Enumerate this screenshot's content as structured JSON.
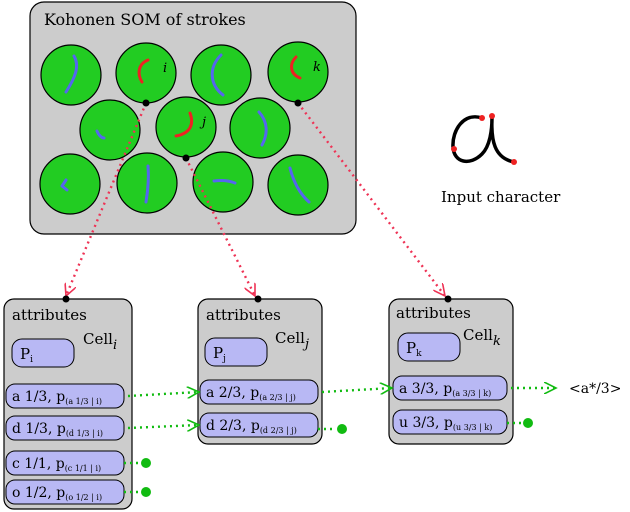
{
  "som": {
    "title": "Kohonen SOM of strokes",
    "label_i": "i",
    "label_j": "j",
    "label_k": "k"
  },
  "input": {
    "caption": "Input character"
  },
  "cells": [
    {
      "id": "i",
      "attributes_label": "attributes",
      "cell_word": "Cell",
      "cell_sub": "i",
      "prob_main": "P",
      "prob_sub": "i",
      "rows": [
        {
          "main": "a 1/3, p",
          "sub": "(a 1/3 | i)"
        },
        {
          "main": "d 1/3, p",
          "sub": "(d 1/3 | i)"
        },
        {
          "main": "c 1/1, p",
          "sub": "(c 1/1 | i)"
        },
        {
          "main": "o 1/2, p",
          "sub": "(o 1/2 | i)"
        }
      ]
    },
    {
      "id": "j",
      "attributes_label": "attributes",
      "cell_word": "Cell",
      "cell_sub": "j",
      "prob_main": "P",
      "prob_sub": "j",
      "rows": [
        {
          "main": "a 2/3, p",
          "sub": "(a 2/3 | j)"
        },
        {
          "main": "d 2/3, p",
          "sub": "(d 2/3 | j)"
        }
      ]
    },
    {
      "id": "k",
      "attributes_label": "attributes",
      "cell_word": "Cell",
      "cell_sub": "k",
      "prob_main": "P",
      "prob_sub": "k",
      "rows": [
        {
          "main": "a 3/3, p",
          "sub": "(a 3/3 | k)"
        },
        {
          "main": "u 3/3, p",
          "sub": "(u 3/3 | k)"
        }
      ]
    }
  ],
  "output": {
    "label": "<a*/3>"
  },
  "colors": {
    "panel": "#cccccc",
    "node_green": "#22cc22",
    "stroke_blue": "#5566ee",
    "stroke_red": "#ee2222",
    "pill_lavender": "#b8b8f4",
    "arrow_red": "#ee3355",
    "arrow_green": "#11bb11"
  }
}
